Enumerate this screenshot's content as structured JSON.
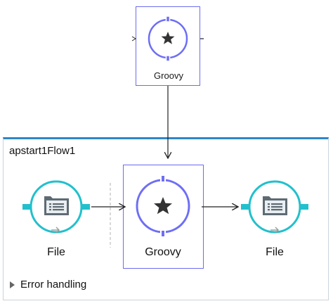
{
  "floating": {
    "label": "Groovy"
  },
  "flow": {
    "title": "apstart1Flow1",
    "nodes": [
      {
        "label": "File",
        "icon": "file-folder-icon"
      },
      {
        "label": "Groovy",
        "icon": "star-icon"
      },
      {
        "label": "File",
        "icon": "file-folder-icon"
      }
    ],
    "error_handling": "Error handling"
  },
  "colors": {
    "groovy_ring": "#6e6ef5",
    "file_ring": "#22c0cc",
    "selection": "#6b6bf0",
    "flow_border": "#2f86c8"
  }
}
